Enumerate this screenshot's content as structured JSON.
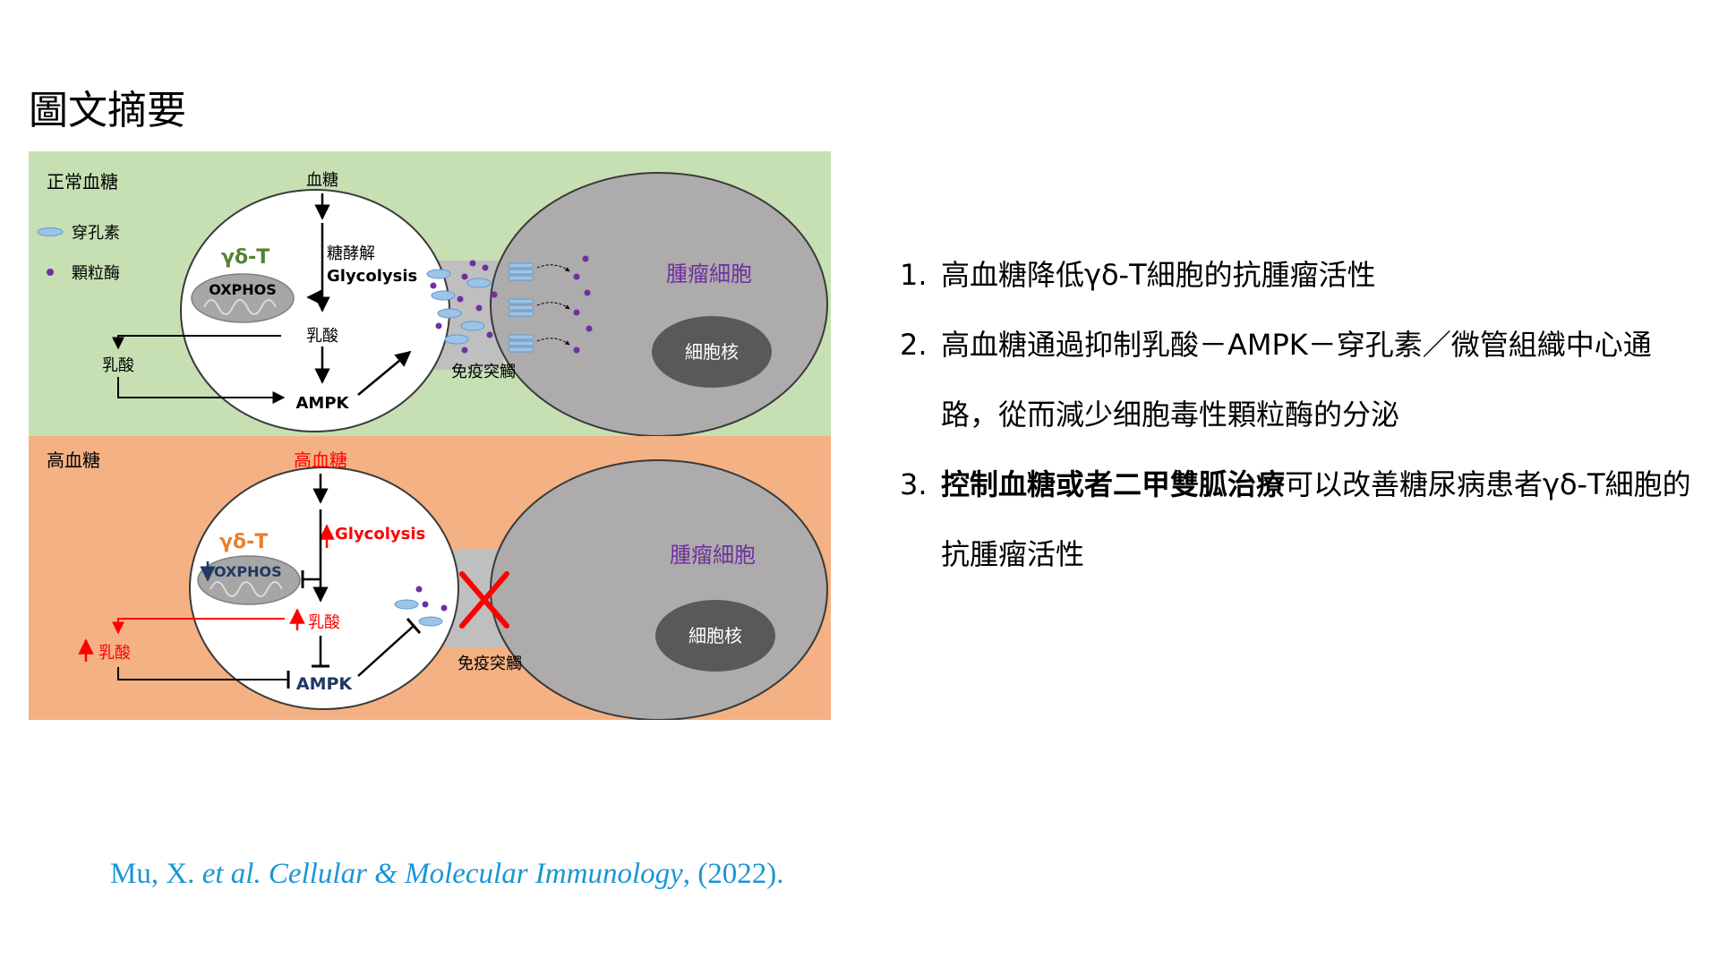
{
  "slide": {
    "title": "圖文摘要"
  },
  "diagram": {
    "top": {
      "panel_label": "正常血糖",
      "legend": {
        "perforin": "穿孔素",
        "granzyme": "顆粒酶"
      },
      "blood_sugar": "血糖",
      "glycolysis_cn": "糖酵解",
      "glycolysis_en": "Glycolysis",
      "gd_t": "γδ-T",
      "oxphos": "OXPHOS",
      "lactate_inner": "乳酸",
      "lactate_outer": "乳酸",
      "ampk": "AMPK",
      "synapse": "免疫突觸",
      "tumor": "腫瘤細胞",
      "nucleus": "細胞核"
    },
    "bottom": {
      "panel_label": "高血糖",
      "high_sugar": "高血糖",
      "glycolysis_en": "Glycolysis",
      "gd_t": "γδ-T",
      "oxphos": "OXPHOS",
      "lactate_inner": "乳酸",
      "lactate_outer": "乳酸",
      "ampk": "AMPK",
      "synapse": "免疫突觸",
      "tumor": "腫瘤細胞",
      "nucleus": "細胞核"
    },
    "colors": {
      "top_bg": "#c6e0b4",
      "bottom_bg": "#f4b183",
      "tumor_cell": "#adabab",
      "nucleus": "#595959",
      "mito": "#a6a6a6",
      "gd_t_top": "#548235",
      "gd_t_bottom": "#ed7d31",
      "purple_text": "#7030a0",
      "red": "#ff0000",
      "navy": "#1f3864",
      "perforin": "#9dc3e6",
      "granzyme": "#7030a0"
    }
  },
  "points": [
    {
      "num": "1.",
      "segments": [
        {
          "text": "高血糖降低γδ-T細胞的抗腫瘤活性",
          "bold": false
        }
      ]
    },
    {
      "num": "2.",
      "segments": [
        {
          "text": "高血糖通過抑制乳酸－AMPK－穿孔素／微管組織中心通路，從而減少细胞毒性顆粒酶的分泌",
          "bold": false
        }
      ]
    },
    {
      "num": "3.",
      "segments": [
        {
          "text": "控制血糖或者二甲雙胍治療",
          "bold": true
        },
        {
          "text": "可以改善糖尿病患者γδ-T細胞的抗腫瘤活性",
          "bold": false
        }
      ]
    }
  ],
  "citation": {
    "authors": "Mu, X. ",
    "etal": "et al.",
    "journal": " Cellular & Molecular Immunology",
    "year": ", (2022)."
  }
}
